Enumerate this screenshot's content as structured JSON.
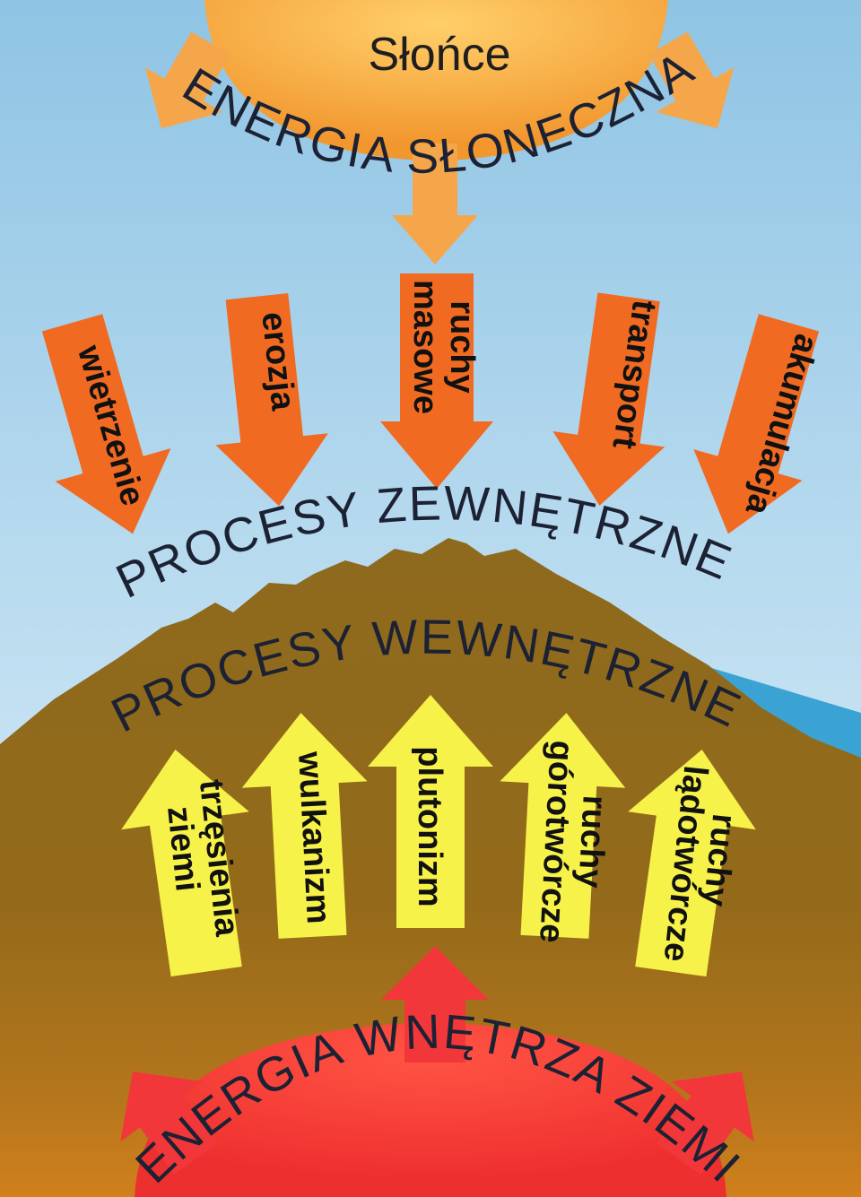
{
  "sun": {
    "label": "Słońce",
    "color": "#f4a23a"
  },
  "solar_energy": {
    "label": "ENERGIA SŁONECZNA",
    "arrow_color": "#f6a64a"
  },
  "external": {
    "label": "PROCESY ZEWNĘTRZNE",
    "arrow_color": "#f16a22",
    "arrows": [
      {
        "label": "wietrzenie"
      },
      {
        "label": "erozja"
      },
      {
        "label_line1": "ruchy",
        "label_line2": "masowe"
      },
      {
        "label": "transport"
      },
      {
        "label": "akumulacja"
      }
    ]
  },
  "internal": {
    "label": "PROCESY WEWNĘTRZNE",
    "arrow_color": "#f6f24a",
    "arrows": [
      {
        "label_line1": "trzęsienia",
        "label_line2": "ziemi"
      },
      {
        "label": "wulkanizm"
      },
      {
        "label": "plutonizm"
      },
      {
        "label_line1": "ruchy",
        "label_line2": "górotwórcze"
      },
      {
        "label_line1": "ruchy",
        "label_line2": "lądotwórcze"
      }
    ]
  },
  "earth_energy": {
    "label": "ENERGIA WNĘTRZA ZIEMI",
    "arrow_color": "#f2373a",
    "core_color": "#f03b34"
  },
  "colors": {
    "sky_top": "#8fc4e4",
    "sky_bottom": "#e6f4fb",
    "mountain": "#8e6a1e",
    "sea": "#3aa3d4"
  }
}
